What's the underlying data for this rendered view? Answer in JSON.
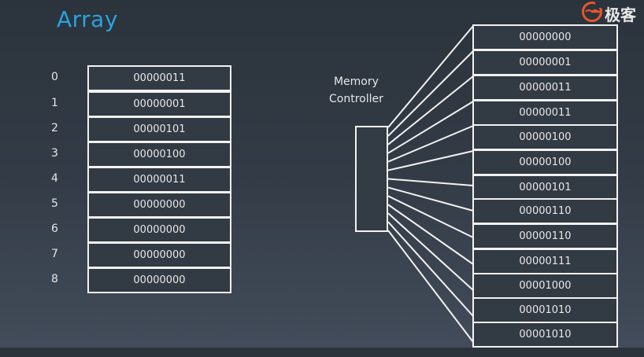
{
  "title": "Array",
  "logo": {
    "icon": "geekbang-g-logo-icon",
    "text": "极客",
    "color": "#e8562a"
  },
  "colors": {
    "title": "#29a3de",
    "line": "#f2f2f2"
  },
  "array": {
    "indices": [
      "0",
      "1",
      "2",
      "3",
      "4",
      "5",
      "6",
      "7",
      "8"
    ],
    "values": [
      "00000011",
      "00000001",
      "00000101",
      "00000100",
      "00000011",
      "00000000",
      "00000000",
      "00000000",
      "00000000"
    ]
  },
  "memory_controller": {
    "line1": "Memory",
    "line2": "Controller"
  },
  "memory": {
    "values": [
      "00000000",
      "00000001",
      "00000011",
      "00000011",
      "00000100",
      "00000100",
      "00000101",
      "00000110",
      "00000110",
      "00000111",
      "00001000",
      "00001010",
      "00001010"
    ]
  }
}
